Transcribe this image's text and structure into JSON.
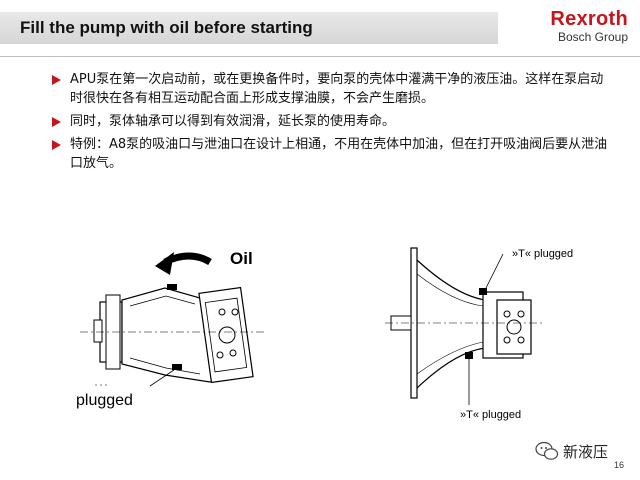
{
  "header": {
    "title": "Fill the pump with oil before starting",
    "brand_name": "Rexroth",
    "brand_sub": "Bosch Group"
  },
  "bullets": [
    {
      "text": "APU泵在第一次启动前，或在更换备件时，要向泵的壳体中灌满干净的液压油。这样在泵启动时很快在各有相互运动配合面上形成支撑油膜，不会产生磨损。"
    },
    {
      "text": "同时，泵体轴承可以得到有效润滑，延长泵的使用寿命。"
    },
    {
      "text": "特例：A8泵的吸油口与泄油口在设计上相通，不用在壳体中加油，但在打开吸油阀后要从泄油口放气。"
    }
  ],
  "left_figure": {
    "oil_label": "Oil",
    "plugged_label": "plugged"
  },
  "right_figure": {
    "top_label": "»T« plugged",
    "bottom_label": "»T« plugged"
  },
  "footer": {
    "watermark": "新液压",
    "page_number": "16"
  },
  "colors": {
    "accent": "#c4161c",
    "title_bar": "#dcdcdc"
  }
}
